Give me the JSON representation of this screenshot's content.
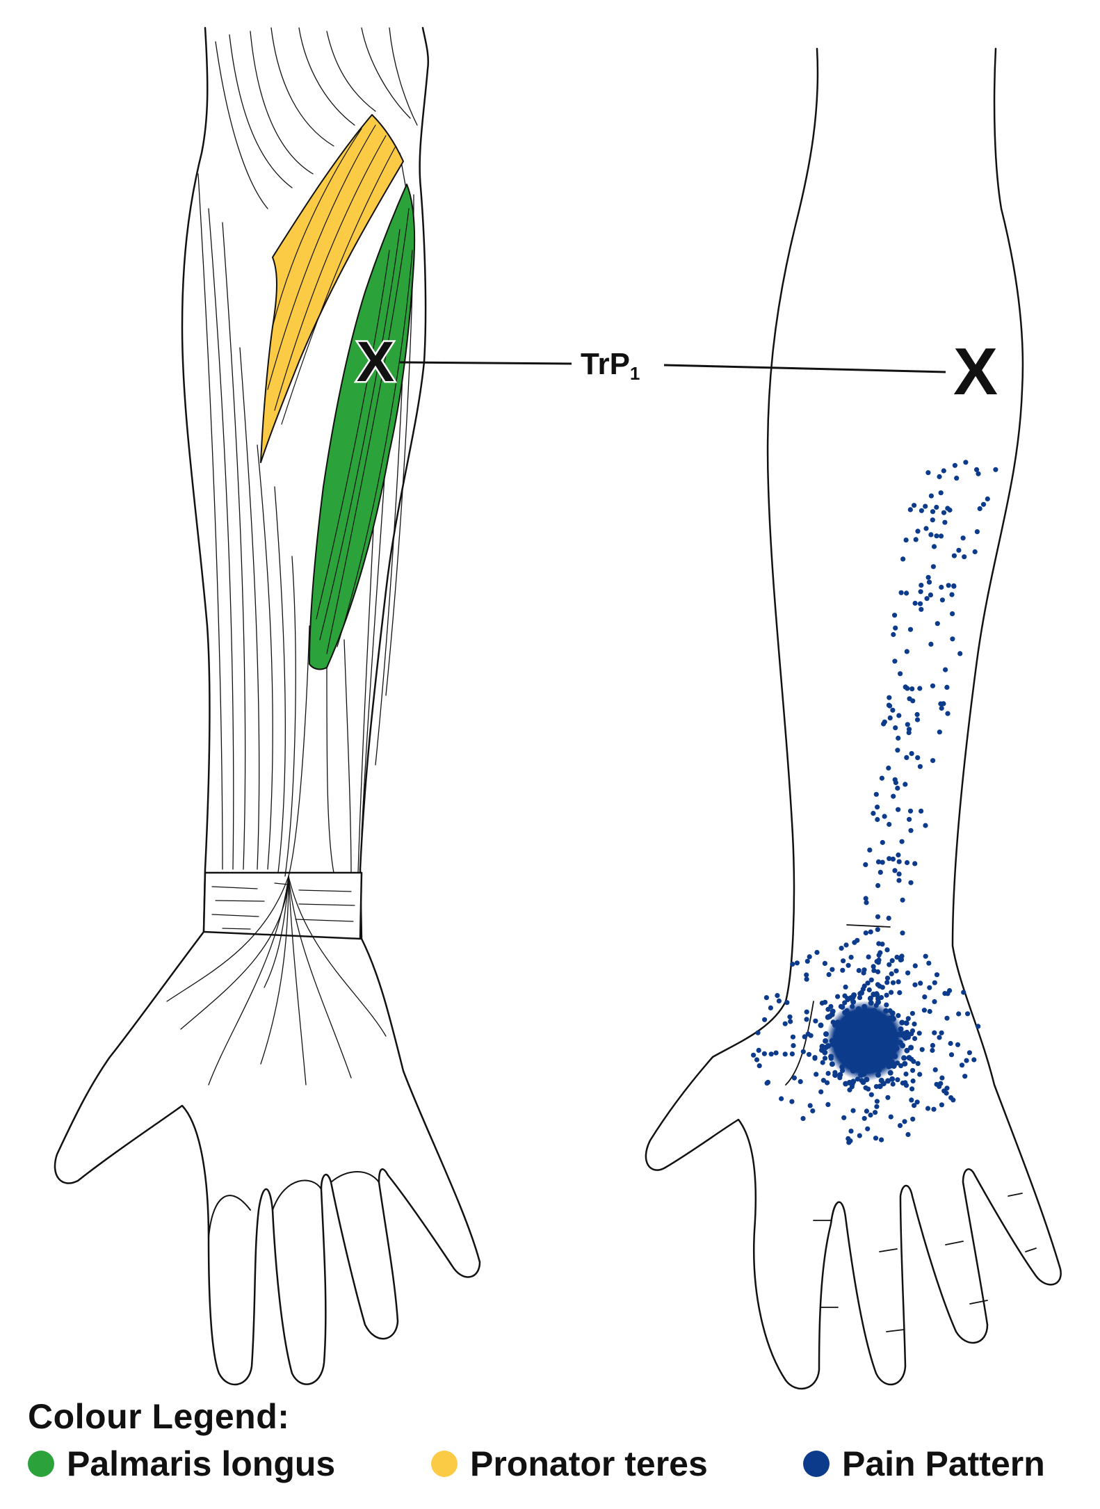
{
  "diagram": {
    "trigger_point_label": "TrP",
    "trigger_point_subscript": "1",
    "marker_glyph": "X"
  },
  "colors": {
    "palmaris_longus": "#2ba33a",
    "pronator_teres": "#fccb45",
    "pain_pattern": "#0d3b8c",
    "outline": "#111111"
  },
  "legend": {
    "title": "Colour Legend:",
    "items": [
      {
        "label": "Palmaris longus",
        "color": "#2ba33a"
      },
      {
        "label": "Pronator teres",
        "color": "#fccb45"
      },
      {
        "label": "Pain Pattern",
        "color": "#0d3b8c"
      }
    ]
  }
}
